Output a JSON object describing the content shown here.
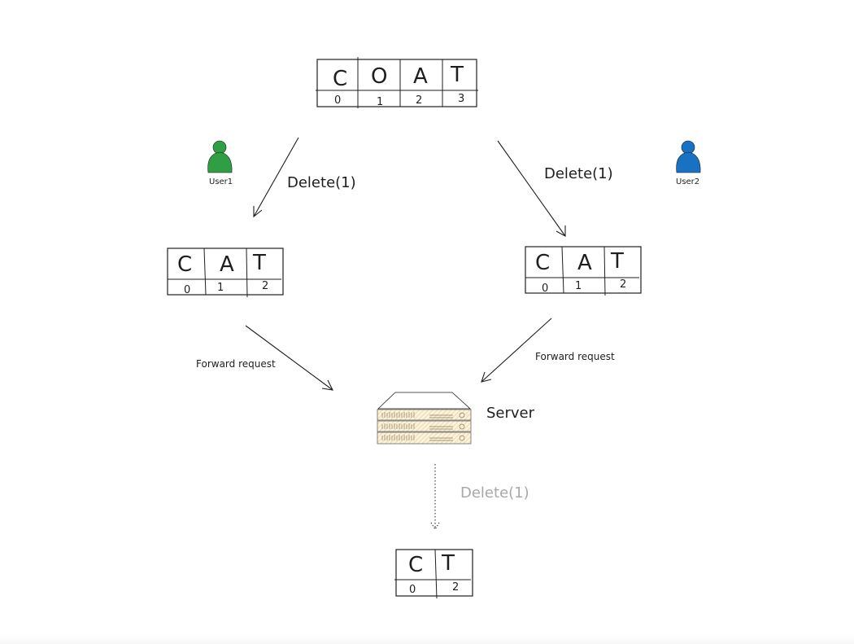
{
  "diagram": {
    "title": "Concurrent Delete(1) on string COAT",
    "initial_array": {
      "chars": [
        "C",
        "O",
        "A",
        "T"
      ],
      "indices": [
        "0",
        "1",
        "2",
        "3"
      ]
    },
    "users": [
      {
        "name": "User1",
        "color": "#2f9e44"
      },
      {
        "name": "User2",
        "color": "#1971c2"
      }
    ],
    "operations": {
      "user1_op": "Delete(1)",
      "user2_op": "Delete(1)",
      "server_op": "Delete(1)"
    },
    "local_arrays": {
      "user1": {
        "chars": [
          "C",
          "A",
          "T"
        ],
        "indices": [
          "0",
          "1",
          "2"
        ]
      },
      "user2": {
        "chars": [
          "C",
          "A",
          "T"
        ],
        "indices": [
          "0",
          "1",
          "2"
        ]
      }
    },
    "forward_labels": {
      "left": "Forward request",
      "right": "Forward request"
    },
    "server": {
      "label": "Server",
      "fill_color": "#f2e2b8"
    },
    "final_array": {
      "chars": [
        "C",
        "T"
      ],
      "indices": [
        "0",
        "2"
      ]
    },
    "colors": {
      "stroke": "#1e1e1e",
      "muted_text": "#a8a8a8"
    }
  }
}
